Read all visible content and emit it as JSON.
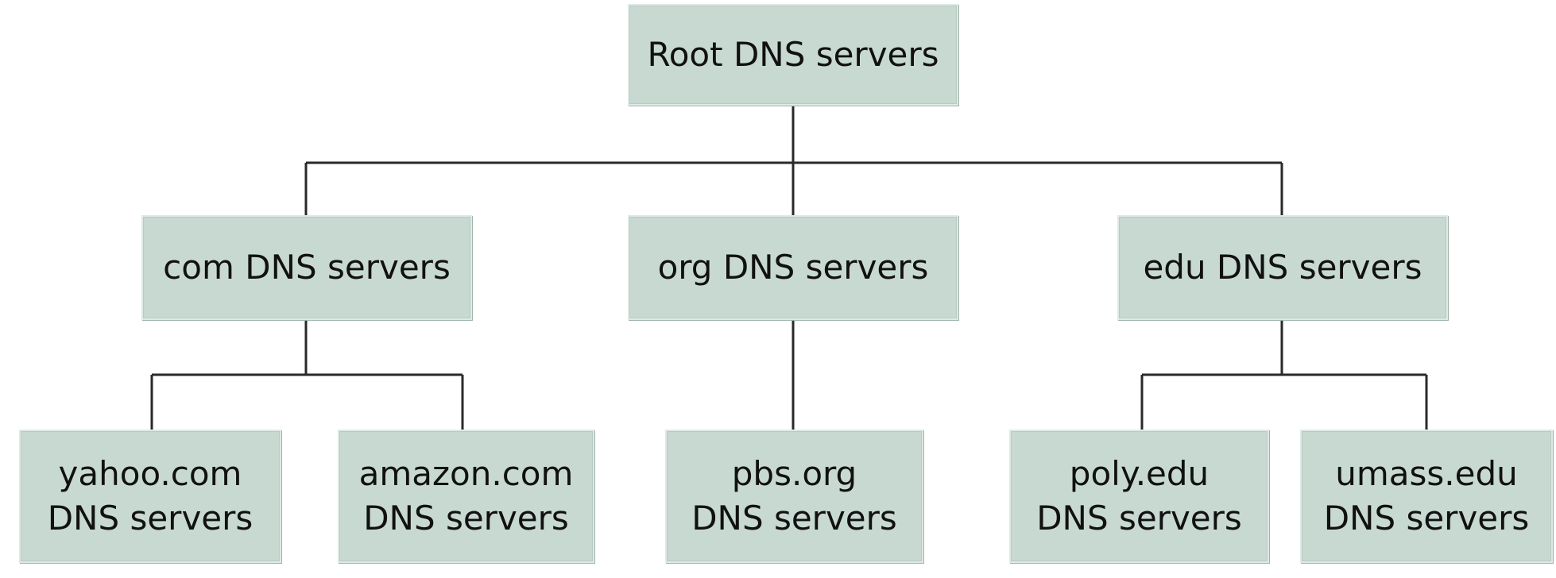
{
  "diagram": {
    "root": {
      "label": "Root DNS servers"
    },
    "tld": [
      {
        "label": "com DNS servers"
      },
      {
        "label": "org DNS servers"
      },
      {
        "label": "edu DNS servers"
      }
    ],
    "authoritative": [
      {
        "line1": "yahoo.com",
        "line2": "DNS servers"
      },
      {
        "line1": "amazon.com",
        "line2": "DNS servers"
      },
      {
        "line1": "pbs.org",
        "line2": "DNS servers"
      },
      {
        "line1": "poly.edu",
        "line2": "DNS servers"
      },
      {
        "line1": "umass.edu",
        "line2": "DNS servers"
      }
    ],
    "colors": {
      "node_fill": "#c8d9d2",
      "connector": "#2a2a2a",
      "text": "#111111"
    }
  }
}
